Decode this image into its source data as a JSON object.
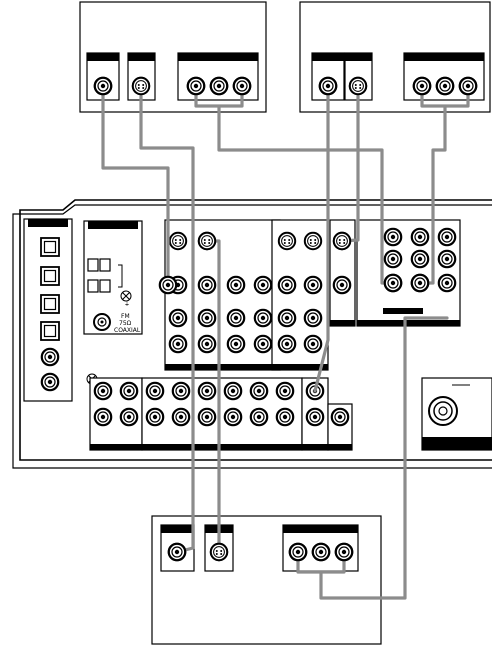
{
  "receiver": {
    "antenna_fm_label": "FM",
    "antenna_ohm_label": "75Ω",
    "antenna_coax_label": "COAXIAL",
    "ground_symbol": "⏚"
  },
  "colors": {
    "cable": "#8c8c8c",
    "outline": "#000000",
    "background": "#ffffff"
  }
}
